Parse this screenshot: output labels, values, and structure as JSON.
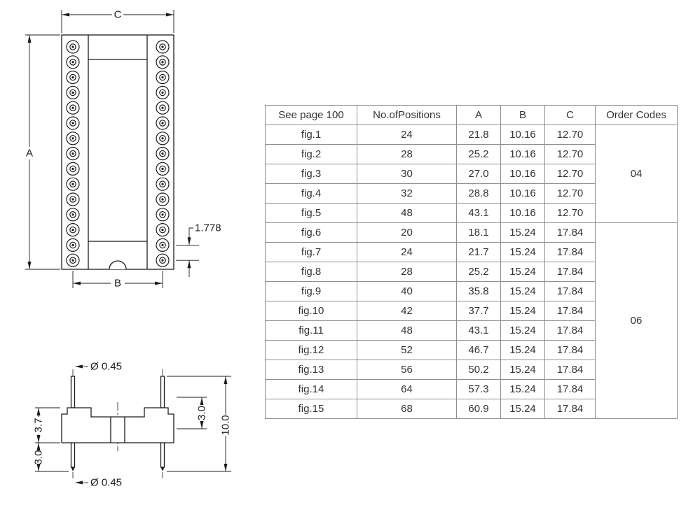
{
  "drawing": {
    "top_view": {
      "dim_width_label": "C",
      "dim_height_label": "A",
      "dim_pin_row_label": "B",
      "pitch_label": "1.778"
    },
    "side_view": {
      "pin_dia_top_label": "Ø 0.45",
      "pin_dia_bottom_label": "Ø 0.45",
      "body_height_label": "3.7",
      "pin_length_label": "3.0",
      "shoulder_label": "3.0",
      "total_height_label": "10.0"
    }
  },
  "table": {
    "headers": [
      "See page 100",
      "No.ofPositions",
      "A",
      "B",
      "C",
      "Order Codes"
    ],
    "rows": [
      {
        "fig": "fig.1",
        "positions": "24",
        "a": "21.8",
        "b": "10.16",
        "c": "12.70"
      },
      {
        "fig": "fig.2",
        "positions": "28",
        "a": "25.2",
        "b": "10.16",
        "c": "12.70"
      },
      {
        "fig": "fig.3",
        "positions": "30",
        "a": "27.0",
        "b": "10.16",
        "c": "12.70"
      },
      {
        "fig": "fig.4",
        "positions": "32",
        "a": "28.8",
        "b": "10.16",
        "c": "12.70"
      },
      {
        "fig": "fig.5",
        "positions": "48",
        "a": "43.1",
        "b": "10.16",
        "c": "12.70"
      },
      {
        "fig": "fig.6",
        "positions": "20",
        "a": "18.1",
        "b": "15.24",
        "c": "17.84"
      },
      {
        "fig": "fig.7",
        "positions": "24",
        "a": "21.7",
        "b": "15.24",
        "c": "17.84"
      },
      {
        "fig": "fig.8",
        "positions": "28",
        "a": "25.2",
        "b": "15.24",
        "c": "17.84"
      },
      {
        "fig": "fig.9",
        "positions": "40",
        "a": "35.8",
        "b": "15.24",
        "c": "17.84"
      },
      {
        "fig": "fig.10",
        "positions": "42",
        "a": "37.7",
        "b": "15.24",
        "c": "17.84"
      },
      {
        "fig": "fig.11",
        "positions": "48",
        "a": "43.1",
        "b": "15.24",
        "c": "17.84"
      },
      {
        "fig": "fig.12",
        "positions": "52",
        "a": "46.7",
        "b": "15.24",
        "c": "17.84"
      },
      {
        "fig": "fig.13",
        "positions": "56",
        "a": "50.2",
        "b": "15.24",
        "c": "17.84"
      },
      {
        "fig": "fig.14",
        "positions": "64",
        "a": "57.3",
        "b": "15.24",
        "c": "17.84"
      },
      {
        "fig": "fig.15",
        "positions": "68",
        "a": "60.9",
        "b": "15.24",
        "c": "17.84"
      }
    ],
    "order_codes": [
      {
        "code": "04"
      },
      {
        "code": "06"
      }
    ]
  }
}
